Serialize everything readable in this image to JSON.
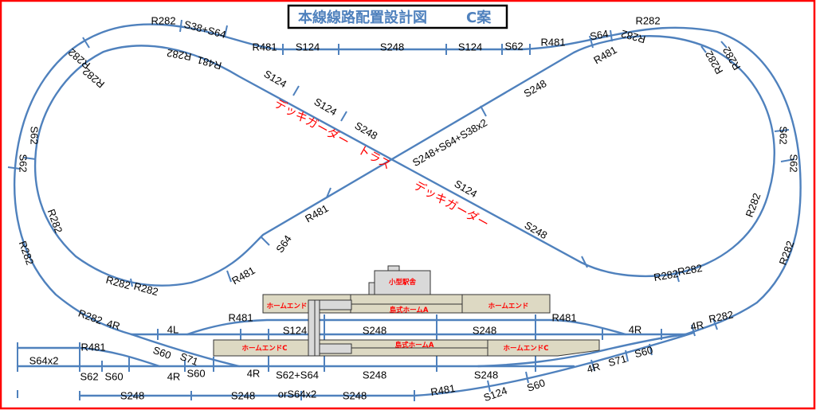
{
  "title": {
    "main": "本線線路配置設計図",
    "variant": "C案"
  },
  "colors": {
    "track": "#4f81bd",
    "border": "#ff0000",
    "annotation": "#ff0000",
    "platform": "#ddd9c3",
    "building": "#d9d9d9"
  },
  "annotations": {
    "truss": "デッキガーダー　トラス",
    "deck_girder": "デッキガーダー"
  },
  "station": {
    "building": "小型駅舎",
    "top_end_left": "ホームエンド",
    "top_platform": "島式ホームA",
    "top_end_right": "ホームエンド",
    "bottom_end_left": "ホームエンドC",
    "bottom_platform": "島式ホームA",
    "bottom_end_right": "ホームエンドC"
  },
  "track_labels": [
    "R282",
    "S38+S64",
    "R481",
    "S124",
    "S248",
    "S124",
    "S62",
    "R481",
    "S64",
    "R282",
    "R282",
    "R282",
    "R282",
    "R481",
    "S124",
    "S124",
    "S248",
    "S248",
    "R481",
    "R282",
    "R282",
    "R282",
    "S62",
    "S62",
    "S62",
    "S62",
    "R282",
    "R282",
    "R282",
    "R282",
    "R481",
    "S64",
    "R481",
    "R282",
    "R282",
    "R282",
    "R282",
    "S248+S64+S38x2",
    "S124",
    "S248",
    "R282",
    "4R",
    "4L",
    "R481",
    "S124",
    "S248",
    "S248",
    "R481",
    "4R",
    "4R",
    "R282",
    "S64x2",
    "R481",
    "S60",
    "S71",
    "S62",
    "S60",
    "4R",
    "S60",
    "4R",
    "S62+S64",
    "S248",
    "S248",
    "4R",
    "S71",
    "S60",
    "S248",
    "S248",
    "orS64x2",
    "S248",
    "R481",
    "S124",
    "S60"
  ]
}
